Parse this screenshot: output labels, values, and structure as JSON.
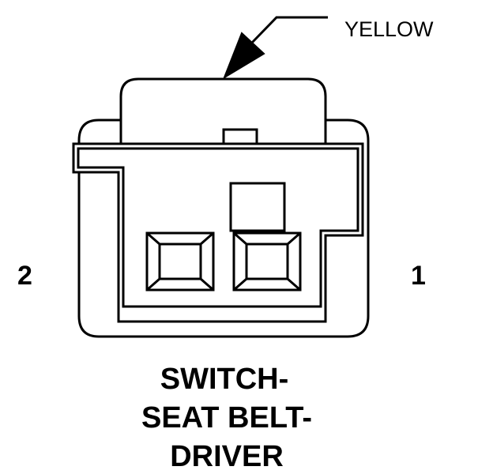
{
  "connector": {
    "wire_color": "YELLOW",
    "pins": {
      "left": "2",
      "right": "1"
    },
    "title_lines": [
      "SWITCH-",
      "SEAT BELT-",
      "DRIVER"
    ]
  },
  "colors": {
    "stroke": "#000000",
    "fill": "#ffffff"
  }
}
